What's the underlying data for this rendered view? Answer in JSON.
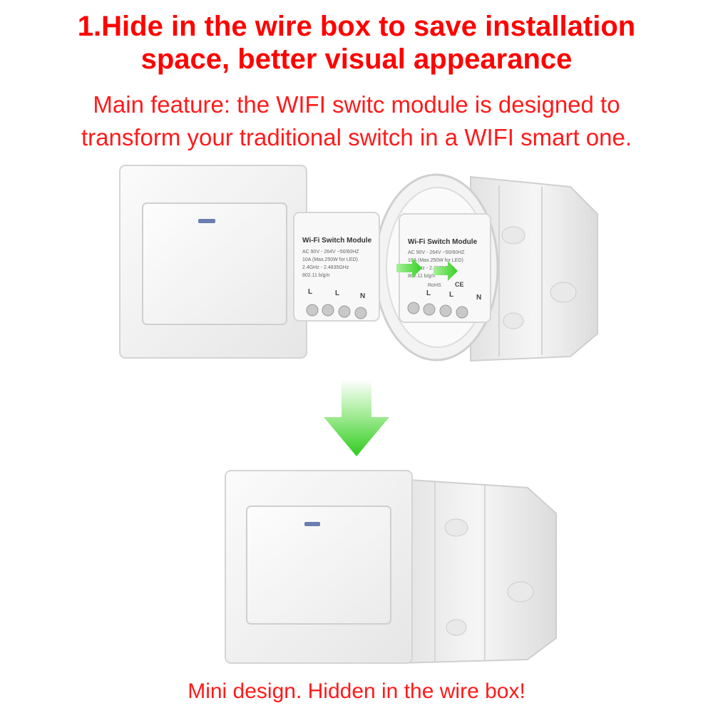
{
  "headline": {
    "line1": "1.Hide in the wire box to save installation",
    "line2": "space, better visual appearance"
  },
  "subtext": {
    "line1": "Main feature: the WIFI switc  module  is designed to",
    "line2": "transform your traditional switch in a WIFI smart one."
  },
  "module": {
    "title": "Wi-Fi Switch Module",
    "spec1": "AC 90V - 264V ~50/60HZ",
    "spec2": "10A (Max.250W for LED)",
    "spec3": "2.4GHz - 2.4835GHz",
    "spec4": "802.11 b/g/n",
    "terminal_l1": "L",
    "terminal_l": "L",
    "terminal_n": "N",
    "rohs": "RoHS",
    "ce": "CE"
  },
  "caption": "Mini design. Hidden in the wire box!",
  "colors": {
    "headline": "#ff0000",
    "arrow": "#3ecf2f",
    "panel": "#f4f4f4"
  }
}
